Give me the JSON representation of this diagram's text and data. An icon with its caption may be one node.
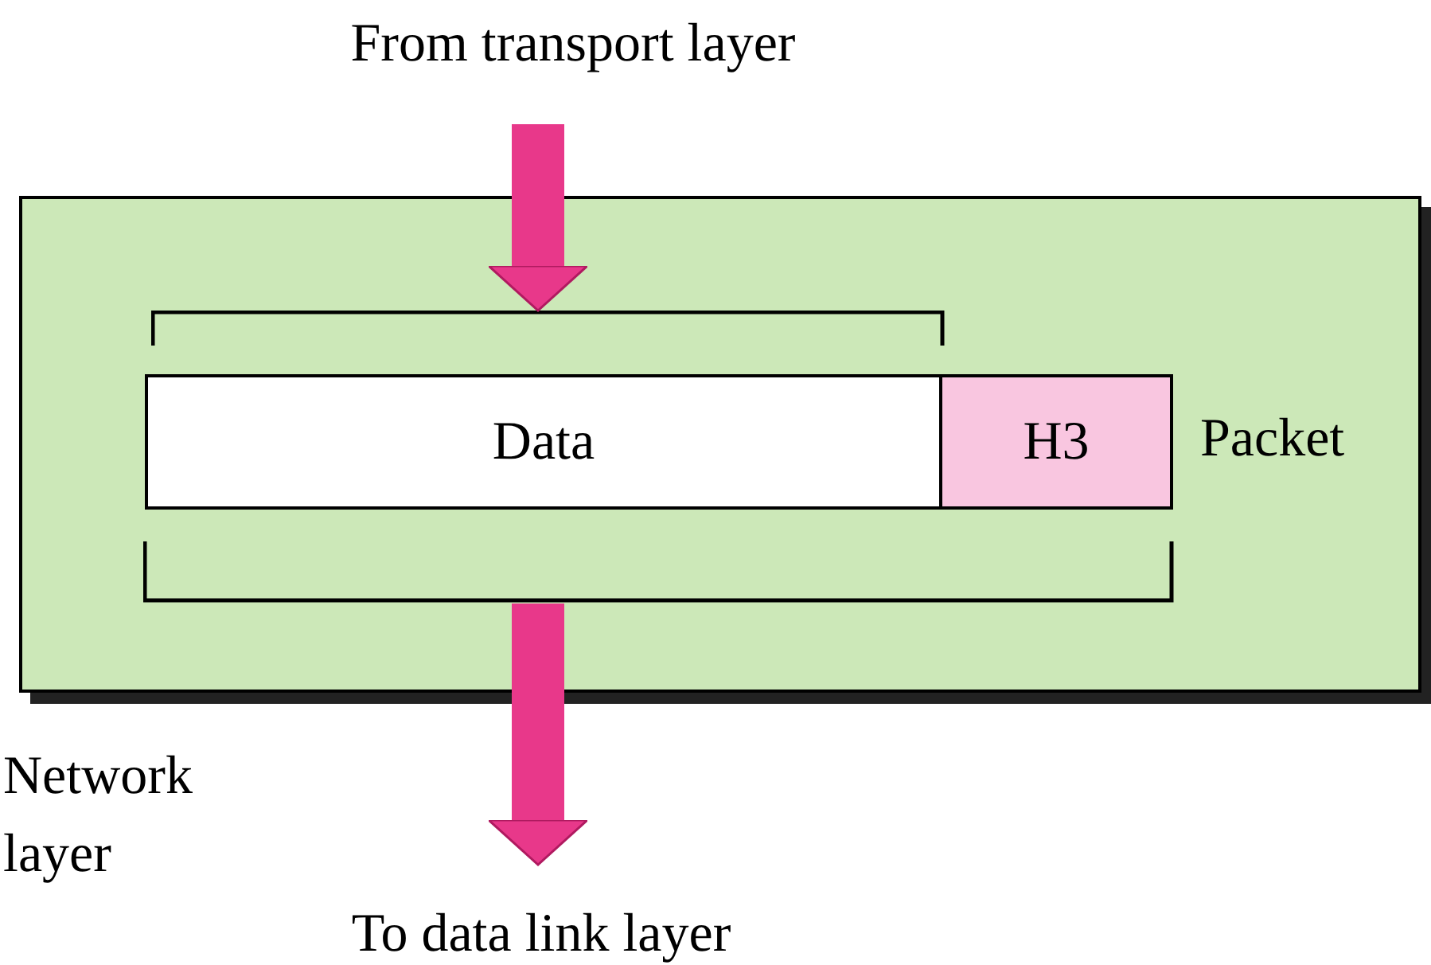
{
  "diagram": {
    "nodes": [
      {
        "text": [
          "Network layer"
        ]
      },
      {
        "text": [
          "From transport layer"
        ]
      },
      {
        "text": [],
        "shape": "bracket",
        "in": 0
      },
      {
        "text": [
          "Data"
        ],
        "in": 0
      },
      {
        "text": [
          "H3"
        ],
        "in": 0
      },
      {
        "text": [],
        "shape": "bracket",
        "in": 0
      },
      {
        "text": [
          "To data link layer"
        ]
      }
    ],
    "edges": [
      {
        "from": 1,
        "to": 2,
        "arrow": "to"
      },
      {
        "from": 5,
        "to": 6,
        "arrow": "to"
      }
    ],
    "labels": [
      "Packet"
    ]
  }
}
